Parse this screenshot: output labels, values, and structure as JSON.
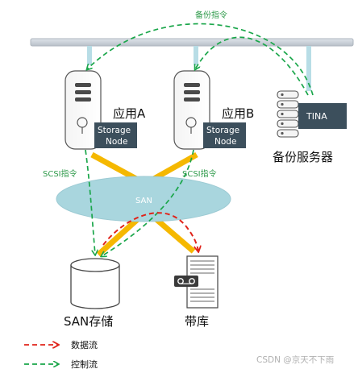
{
  "labels": {
    "backup_command_top": "备份指令",
    "app_a": "应用A",
    "app_b": "应用B",
    "storage_node": "Storage",
    "storage_node_2": "Node",
    "tina": "TINA",
    "backup_server": "备份服务器",
    "scsi_left": "SCSI指令",
    "scsi_right": "SCSI指令",
    "san": "SAN",
    "san_storage": "SAN存储",
    "tape_library": "带库"
  },
  "legend": {
    "data_flow": "数据流",
    "control_flow": "控制流"
  },
  "watermark": "CSDN @京天不下雨",
  "colors": {
    "data_flow": "#e0241b",
    "control_flow": "#1aa64a",
    "san_link": "#f5b800",
    "network_bus": "#c9d0d8",
    "san_cloud": "#a9d6de",
    "storage_node_box": "#3c4f5c",
    "tina_box": "#3c4f5c"
  }
}
